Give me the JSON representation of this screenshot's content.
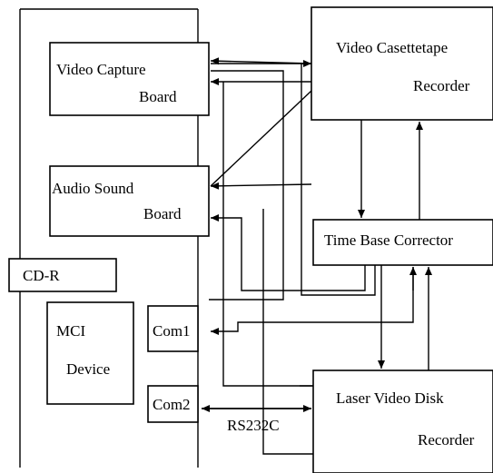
{
  "labels": {
    "video_capture_line1": "Video Capture",
    "video_capture_line2": "Board",
    "vcr_line1": "Video Casettetape",
    "vcr_line2": "Recorder",
    "audio_line1": "Audio Sound",
    "audio_line2": "Board",
    "tbc": "Time Base Corrector",
    "cdr": "CD-R",
    "mci_line1": "MCI",
    "mci_line2": "Device",
    "com1": "Com1",
    "com2": "Com2",
    "rs232c": "RS232C",
    "laser_line1": "Laser Video Disk",
    "laser_line2": "Recorder"
  }
}
